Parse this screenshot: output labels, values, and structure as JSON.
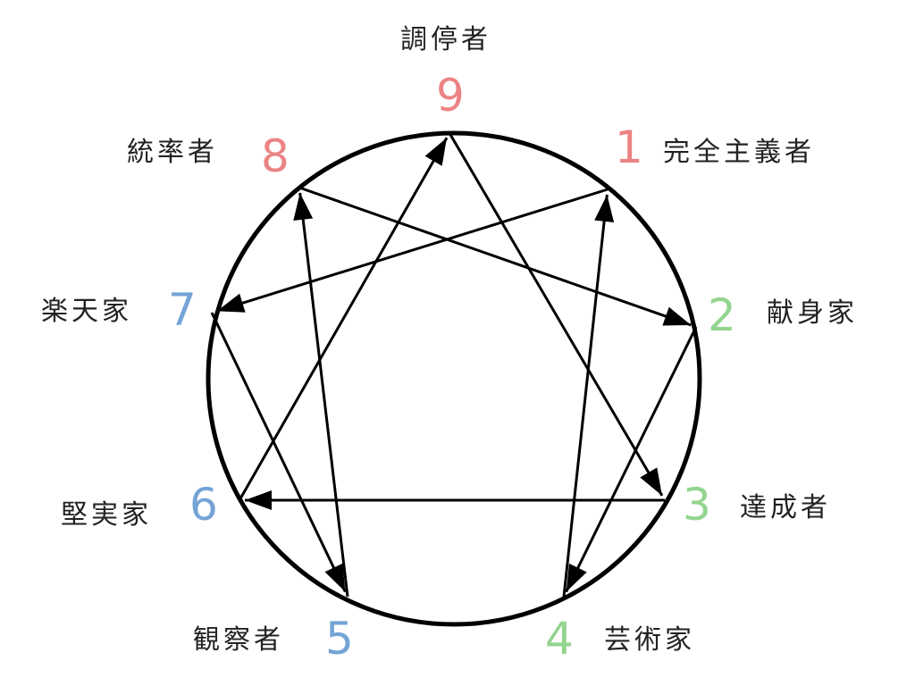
{
  "title": "Enneagram",
  "colors": {
    "red": "#ec8383",
    "green": "#93d48e",
    "blue": "#74a3d6",
    "line": "#000000"
  },
  "nodes": [
    {
      "num": "1",
      "label": "完全主義者",
      "color": "red"
    },
    {
      "num": "2",
      "label": "献身家",
      "color": "green"
    },
    {
      "num": "3",
      "label": "達成者",
      "color": "green"
    },
    {
      "num": "4",
      "label": "芸術家",
      "color": "green"
    },
    {
      "num": "5",
      "label": "観察者",
      "color": "blue"
    },
    {
      "num": "6",
      "label": "堅実家",
      "color": "blue"
    },
    {
      "num": "7",
      "label": "楽天家",
      "color": "blue"
    },
    {
      "num": "8",
      "label": "統率者",
      "color": "red"
    },
    {
      "num": "9",
      "label": "調停者",
      "color": "red"
    }
  ],
  "arrows": [
    {
      "from": "6",
      "to": "9"
    },
    {
      "from": "9",
      "to": "3"
    },
    {
      "from": "3",
      "to": "6"
    },
    {
      "from": "1",
      "to": "7"
    },
    {
      "from": "7",
      "to": "5"
    },
    {
      "from": "5",
      "to": "8"
    },
    {
      "from": "8",
      "to": "2"
    },
    {
      "from": "2",
      "to": "4"
    },
    {
      "from": "4",
      "to": "1"
    }
  ]
}
